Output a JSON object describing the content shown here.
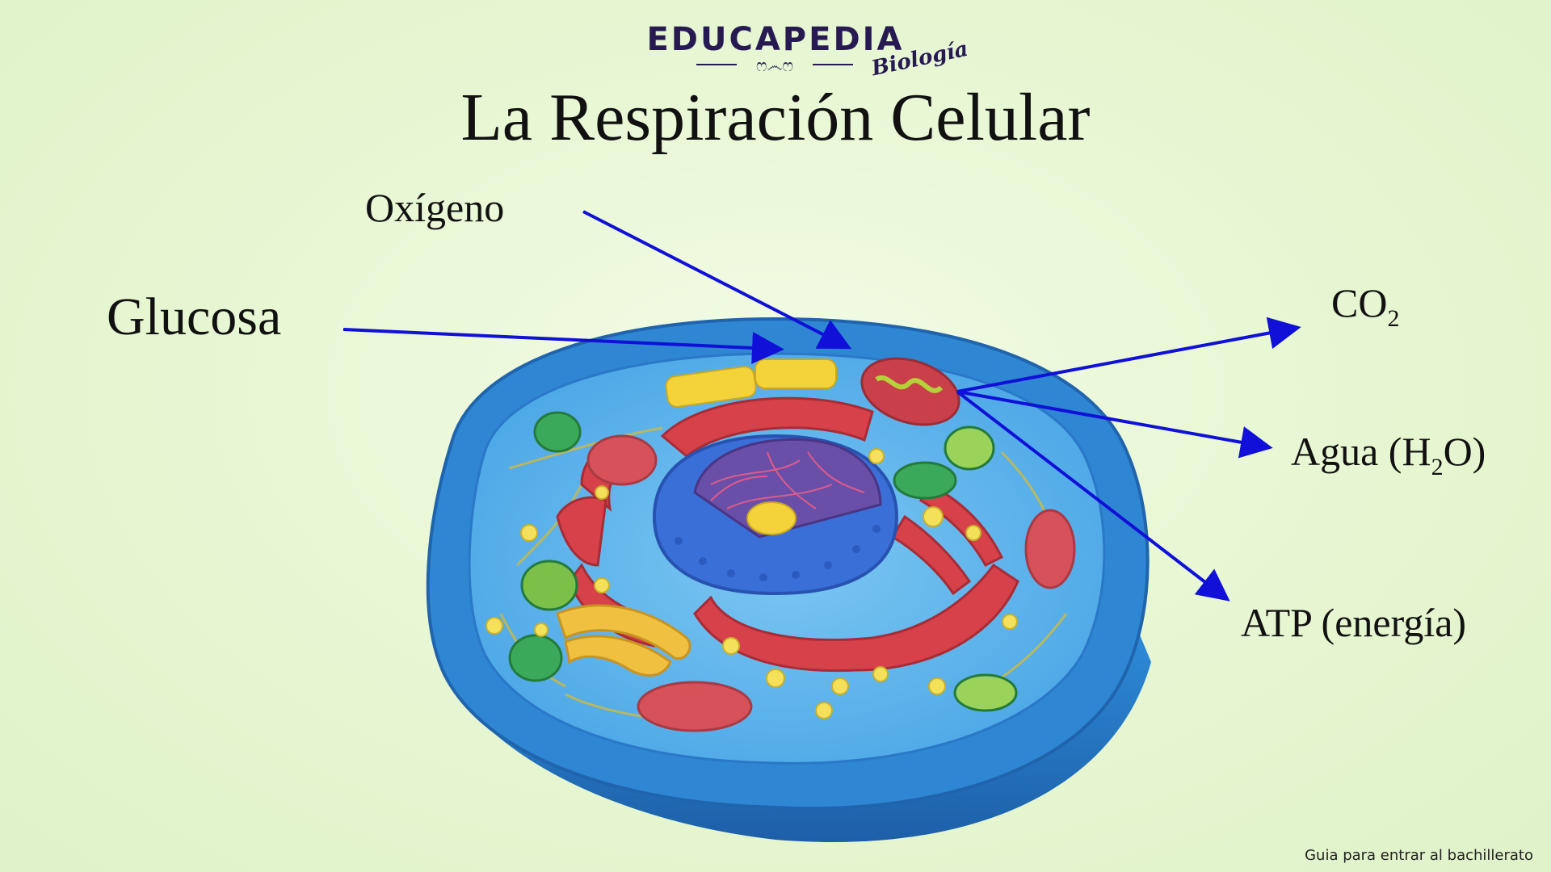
{
  "brand": {
    "name": "EDUCAPEDIA",
    "subtitle": "Biología"
  },
  "title": "La Respiración Celular",
  "labels": {
    "oxygen": "Oxígeno",
    "glucose": "Glucosa",
    "co2": {
      "main": "CO",
      "sub": "2"
    },
    "water": {
      "pre": "Agua (H",
      "sub": "2",
      "post": "O)"
    },
    "atp": "ATP (energía)"
  },
  "footer": "Guia para entrar al bachillerato",
  "colors": {
    "arrow": "#1010d8",
    "membrane": "#2f86d2",
    "cytoplasm": "#5fb3ec",
    "nucleus": "#3a6fd8",
    "reticulum": "#d6414a",
    "mitochondria": "#c9404b",
    "golgi": "#f0c040",
    "vesicle": "#f4e05a"
  }
}
